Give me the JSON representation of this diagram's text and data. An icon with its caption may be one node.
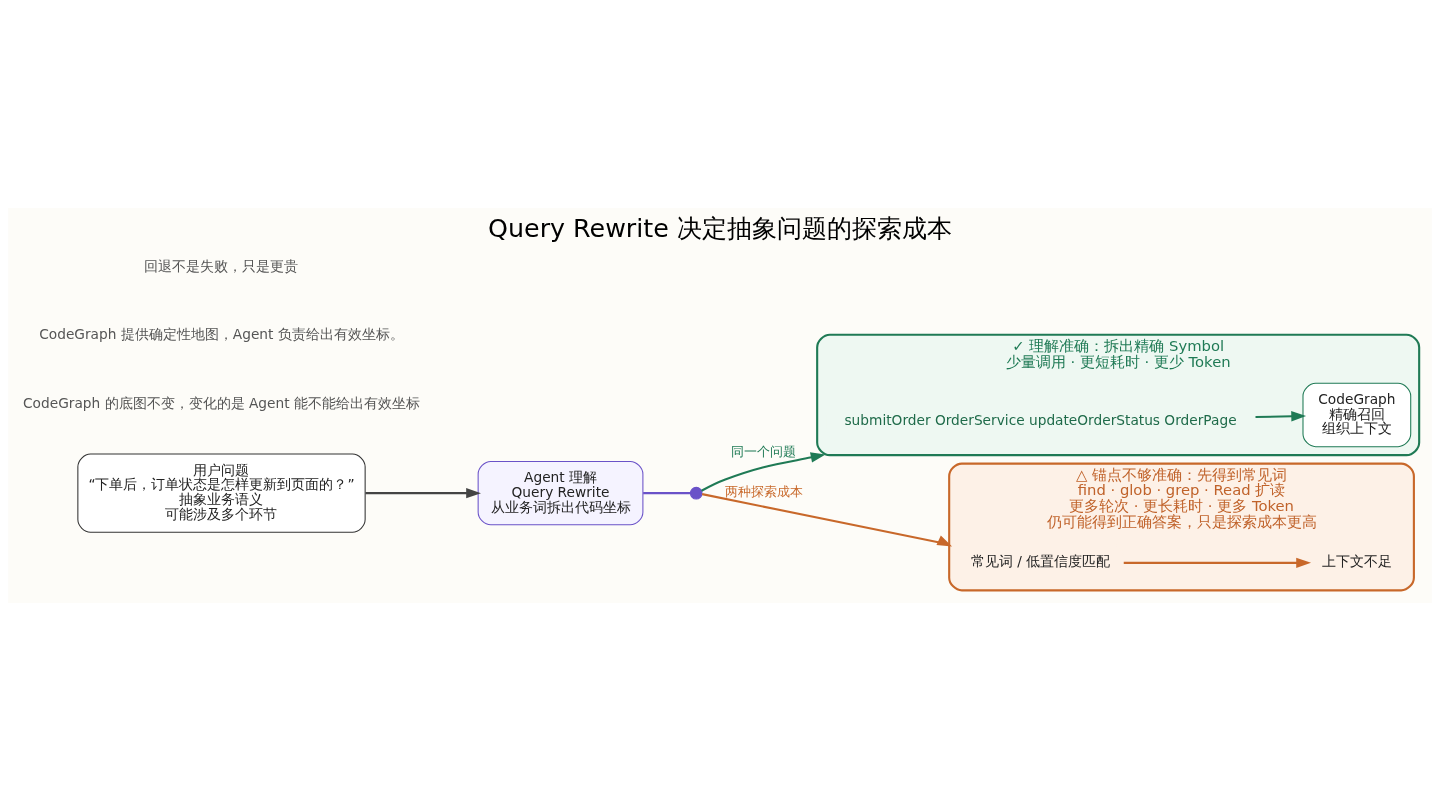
{
  "diagram": {
    "title": "Query Rewrite 决定抽象问题的探索成本",
    "nodes": [
      {
        "text": [
          "用户问题",
          "“下单后，订单状态是怎样更新到页面的？”",
          "抽象业务语义",
          "可能涉及多个环节"
        ]
      },
      {
        "text": [
          "Agent 理解",
          "Query Rewrite",
          "从业务词拆出代码坐标"
        ]
      },
      {
        "text": [],
        "shape": "circle"
      },
      {
        "text": [
          "✓ 理解准确：拆出精确 Symbol",
          "少量调用 · 更短耗时 · 更少 Token"
        ]
      },
      {
        "text": [
          "submitOrder OrderService updateOrderStatus OrderPage"
        ],
        "in": 3
      },
      {
        "text": [
          "CodeGraph",
          "精确召回",
          "组织上下文"
        ],
        "in": 3
      },
      {
        "text": [
          "△ 锚点不够准确：先得到常见词",
          "find · glob · grep · Read 扩读",
          "更多轮次 · 更长耗时 · 更多 Token",
          "仍可能得到正确答案，只是探索成本更高"
        ]
      },
      {
        "text": [
          "常见词 / 低置信度匹配"
        ],
        "in": 6
      },
      {
        "text": [
          "上下文不足"
        ],
        "in": 6
      }
    ],
    "edges": [
      {
        "from": 0,
        "to": 1,
        "arrow": "to",
        "color": "#444444"
      },
      {
        "from": 1,
        "to": 2,
        "arrow": "none",
        "color": "#6a52c8"
      },
      {
        "from": 2,
        "to": 3,
        "arrow": "to",
        "label": "同一个问题",
        "color": "#1f7a55"
      },
      {
        "from": 2,
        "to": 6,
        "arrow": "to",
        "label": "两种探索成本",
        "color": "#c8682a"
      },
      {
        "from": 4,
        "to": 5,
        "arrow": "to",
        "color": "#1f7a55"
      },
      {
        "from": 7,
        "to": 8,
        "arrow": "to",
        "color": "#c8682a"
      }
    ],
    "labels": [
      "CodeGraph 的底图不变，变化的是 Agent 能不能给出有效坐标",
      "CodeGraph 提供确定性地图，Agent 负责给出有效坐标。",
      "回退不是失败，只是更贵"
    ]
  }
}
